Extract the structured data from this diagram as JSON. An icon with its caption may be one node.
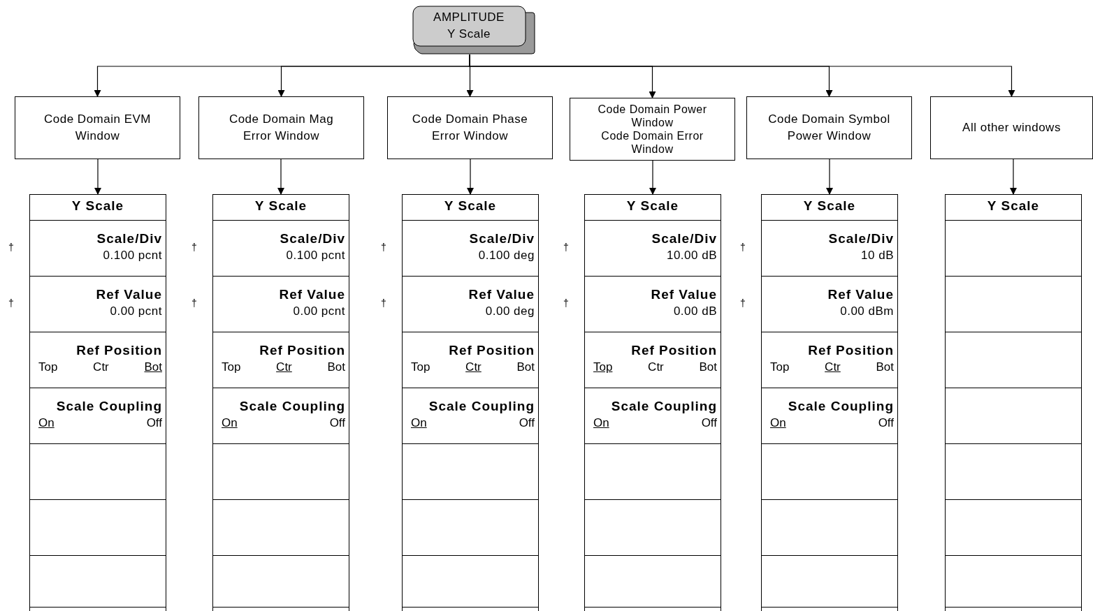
{
  "diagram": {
    "nodes": [
      {
        "text": [
          "AMPLITUDE Y Scale"
        ]
      },
      {
        "text": [
          "Code Domain EVM Window"
        ]
      },
      {
        "text": [
          "Code Domain Mag Error Window"
        ]
      },
      {
        "text": [
          "Code Domain Phase Error Window"
        ]
      },
      {
        "text": [
          "Code Domain Power Window",
          "Code Domain Error Window"
        ]
      },
      {
        "text": [
          "Code Domain Symbol Power Window"
        ]
      },
      {
        "text": [
          "All other windows"
        ]
      },
      {
        "text": [
          "Y Scale"
        ]
      },
      {
        "text": [
          "Scale/Div",
          "0.100 pcnt"
        ],
        "in": 7,
        "beside": [
          "†"
        ]
      },
      {
        "text": [
          "Ref Value",
          "0.00 pcnt"
        ],
        "in": 7,
        "beside": [
          "†"
        ]
      },
      {
        "text": [
          "Ref Position",
          "Top",
          "Ctr",
          "Bot"
        ],
        "in": 7
      },
      {
        "text": [
          "Scale Coupling",
          "On",
          "Off"
        ],
        "in": 7
      },
      {
        "text": [],
        "shape": "box",
        "in": 7
      },
      {
        "text": [],
        "shape": "box",
        "in": 7
      },
      {
        "text": [],
        "shape": "box",
        "in": 7
      },
      {
        "text": [
          "Y Scale"
        ]
      },
      {
        "text": [
          "Scale/Div",
          "0.100 pcnt"
        ],
        "in": 15,
        "beside": [
          "†"
        ]
      },
      {
        "text": [
          "Ref Value",
          "0.00 pcnt"
        ],
        "in": 15,
        "beside": [
          "†"
        ]
      },
      {
        "text": [
          "Ref Position",
          "Top",
          "Ctr",
          "Bot"
        ],
        "in": 15
      },
      {
        "text": [
          "Scale Coupling",
          "On",
          "Off"
        ],
        "in": 15
      },
      {
        "text": [],
        "shape": "box",
        "in": 15
      },
      {
        "text": [],
        "shape": "box",
        "in": 15
      },
      {
        "text": [],
        "shape": "box",
        "in": 15
      },
      {
        "text": [
          "Y Scale"
        ]
      },
      {
        "text": [
          "Scale/Div",
          "0.100 deg"
        ],
        "in": 23,
        "beside": [
          "†"
        ]
      },
      {
        "text": [
          "Ref Value",
          "0.00 deg"
        ],
        "in": 23,
        "beside": [
          "†"
        ]
      },
      {
        "text": [
          "Ref Position",
          "Top",
          "Ctr",
          "Bot"
        ],
        "in": 23
      },
      {
        "text": [
          "Scale Coupling",
          "On",
          "Off"
        ],
        "in": 23
      },
      {
        "text": [],
        "shape": "box",
        "in": 23
      },
      {
        "text": [],
        "shape": "box",
        "in": 23
      },
      {
        "text": [],
        "shape": "box",
        "in": 23
      },
      {
        "text": [
          "Y Scale"
        ]
      },
      {
        "text": [
          "Scale/Div",
          "10.00 dB"
        ],
        "in": 31,
        "beside": [
          "†"
        ]
      },
      {
        "text": [
          "Ref Value",
          "0.00 dB"
        ],
        "in": 31,
        "beside": [
          "†"
        ]
      },
      {
        "text": [
          "Ref Position",
          "Top",
          "Ctr",
          "Bot"
        ],
        "in": 31
      },
      {
        "text": [
          "Scale Coupling",
          "On",
          "Off"
        ],
        "in": 31
      },
      {
        "text": [],
        "shape": "box",
        "in": 31
      },
      {
        "text": [],
        "shape": "box",
        "in": 31
      },
      {
        "text": [],
        "shape": "box",
        "in": 31
      },
      {
        "text": [
          "Y Scale"
        ]
      },
      {
        "text": [
          "Scale/Div",
          "10 dB"
        ],
        "in": 39,
        "beside": [
          "†"
        ]
      },
      {
        "text": [
          "Ref Value",
          "0.00 dBm"
        ],
        "in": 39,
        "beside": [
          "†"
        ]
      },
      {
        "text": [
          "Ref Position",
          "Top",
          "Ctr",
          "Bot"
        ],
        "in": 39
      },
      {
        "text": [
          "Scale Coupling",
          "On",
          "Off"
        ],
        "in": 39
      },
      {
        "text": [],
        "shape": "box",
        "in": 39
      },
      {
        "text": [],
        "shape": "box",
        "in": 39
      },
      {
        "text": [],
        "shape": "box",
        "in": 39
      },
      {
        "text": [
          "Y Scale"
        ]
      },
      {
        "text": [],
        "shape": "box",
        "in": 47
      },
      {
        "text": [],
        "shape": "box",
        "in": 47
      },
      {
        "text": [],
        "shape": "box",
        "in": 47
      },
      {
        "text": [],
        "shape": "box",
        "in": 47
      },
      {
        "text": [],
        "shape": "box",
        "in": 47
      },
      {
        "text": [],
        "shape": "box",
        "in": 47
      },
      {
        "text": [],
        "shape": "box",
        "in": 47
      }
    ],
    "edges": [
      {
        "from": 0,
        "to": 1,
        "arrow": "to"
      },
      {
        "from": 0,
        "to": 2,
        "arrow": "to"
      },
      {
        "from": 0,
        "to": 3,
        "arrow": "to"
      },
      {
        "from": 0,
        "to": 4,
        "arrow": "to"
      },
      {
        "from": 0,
        "to": 5,
        "arrow": "to"
      },
      {
        "from": 0,
        "to": 6,
        "arrow": "to"
      },
      {
        "from": 1,
        "to": 7,
        "arrow": "to"
      },
      {
        "from": 2,
        "to": 15,
        "arrow": "to"
      },
      {
        "from": 3,
        "to": 23,
        "arrow": "to"
      },
      {
        "from": 4,
        "to": 31,
        "arrow": "to"
      },
      {
        "from": 5,
        "to": 39,
        "arrow": "to"
      },
      {
        "from": 6,
        "to": 47,
        "arrow": "to"
      }
    ]
  }
}
